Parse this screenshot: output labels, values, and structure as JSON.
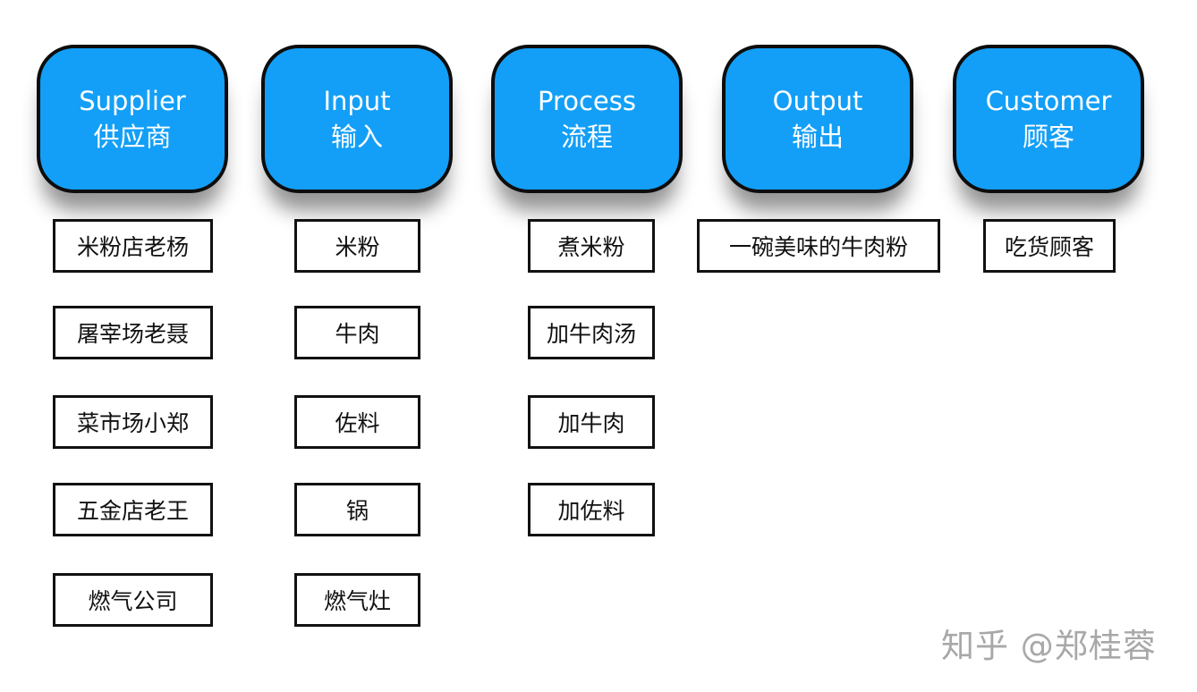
{
  "columns": [
    {
      "title_en": "Supplier",
      "title_zh": "供应商",
      "items": [
        "米粉店老杨",
        "屠宰场老聂",
        "菜市场小郑",
        "五金店老王",
        "燃气公司"
      ]
    },
    {
      "title_en": "Input",
      "title_zh": "输入",
      "items": [
        "米粉",
        "牛肉",
        "佐料",
        "锅",
        "燃气灶"
      ]
    },
    {
      "title_en": "Process",
      "title_zh": "流程",
      "items": [
        "煮米粉",
        "加牛肉汤",
        "加牛肉",
        "加佐料"
      ]
    },
    {
      "title_en": "Output",
      "title_zh": "输出",
      "items": [
        "一碗美味的牛肉粉"
      ]
    },
    {
      "title_en": "Customer",
      "title_zh": "顾客",
      "items": [
        "吃货顾客"
      ]
    }
  ],
  "watermark": "知乎 @郑桂蓉",
  "colors": {
    "header_fill": "#139ff7",
    "border": "#0d0d0d",
    "watermark": "#a8a8a8"
  }
}
